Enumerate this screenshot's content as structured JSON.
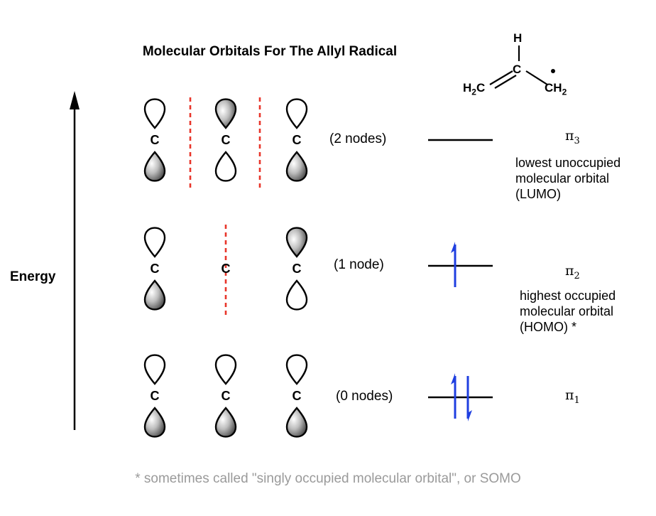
{
  "title": "Molecular Orbitals For The Allyl Radical",
  "energy_label": "Energy",
  "footnote": "* sometimes called \"singly occupied molecular orbital\", or SOMO",
  "molecule": {
    "h_top": "H",
    "c_center": "C",
    "left_group": "H",
    "left_group_sub": "2",
    "left_group_c": "C",
    "right_group_c": "CH",
    "right_group_sub": "2"
  },
  "atom_label": "C",
  "levels": [
    {
      "nodes_label": "(2 nodes)",
      "pi_symbol": "π",
      "pi_sub": "3",
      "description": [
        "lowest unoccupied",
        "molecular orbital",
        "(LUMO)"
      ],
      "lobes": [
        "up-open",
        "up-filled",
        "up-open"
      ],
      "electrons": []
    },
    {
      "nodes_label": "(1 node)",
      "pi_symbol": "π",
      "pi_sub": "2",
      "description": [
        "highest occupied",
        "molecular orbital",
        "(HOMO) *"
      ],
      "lobes": [
        "up-open",
        "none",
        "up-filled"
      ],
      "electrons": [
        "up"
      ]
    },
    {
      "nodes_label": "(0 nodes)",
      "pi_symbol": "π",
      "pi_sub": "1",
      "description": [],
      "lobes": [
        "up-open",
        "up-open",
        "up-open"
      ],
      "electrons": [
        "up",
        "down"
      ]
    }
  ],
  "colors": {
    "node_line": "#e8352a",
    "electron_arrow": "#1f3fe0",
    "footnote": "#9a9a9a"
  }
}
